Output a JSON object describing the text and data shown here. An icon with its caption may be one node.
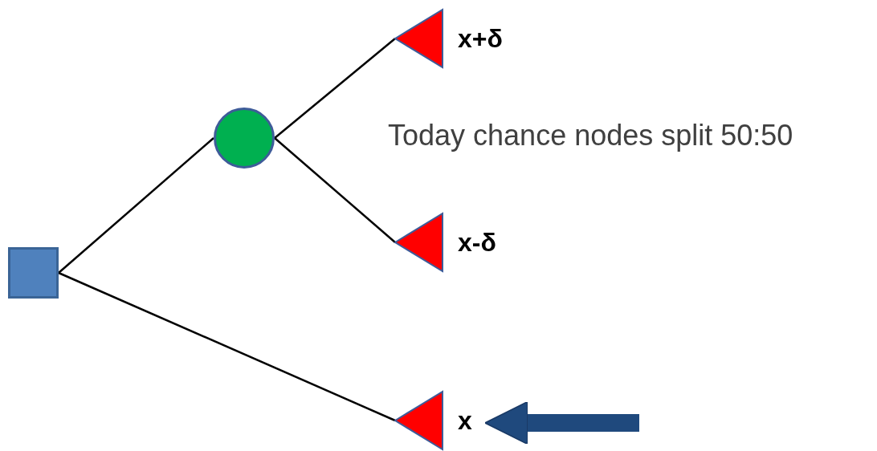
{
  "diagram": {
    "nodes": [
      {
        "text": [],
        "shape": "box"
      },
      {
        "text": [],
        "shape": "circle"
      },
      {
        "text": [],
        "shape": "triangle",
        "beside": [
          "x+δ"
        ]
      },
      {
        "text": [],
        "shape": "triangle",
        "beside": [
          "x-δ"
        ]
      },
      {
        "text": [],
        "shape": "triangle",
        "beside": [
          "x"
        ]
      }
    ],
    "edges": [
      {
        "from": 0,
        "to": 1,
        "arrow": "none"
      },
      {
        "from": 1,
        "to": 2,
        "arrow": "none"
      },
      {
        "from": 1,
        "to": 3,
        "arrow": "none"
      },
      {
        "from": 0,
        "to": 4,
        "arrow": "none"
      },
      {
        "from": null,
        "to": 4,
        "arrow": "to",
        "style": "thick",
        "color": "#1f497d"
      }
    ],
    "labels": [
      "Today chance nodes split 50:50"
    ]
  }
}
